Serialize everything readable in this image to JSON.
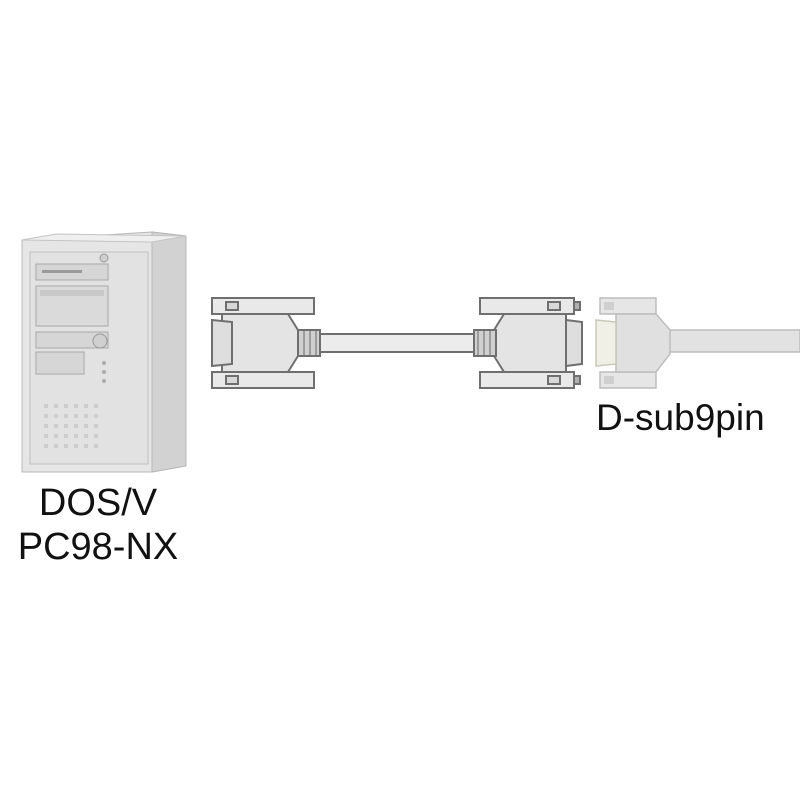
{
  "labels": {
    "pc_line1": "DOS/V",
    "pc_line2": "PC98-NX",
    "connector": "D-sub9pin"
  },
  "colors": {
    "outline": "#6f6f6f",
    "fill_light": "#e9e9e9",
    "fill_mid": "#d8d8d8",
    "fill_dark": "#c2c2c2",
    "text": "#111111"
  },
  "icons": {
    "pc": "tower-pc-icon",
    "cable": "serial-cable-icon",
    "port": "dsub9-port-icon"
  }
}
